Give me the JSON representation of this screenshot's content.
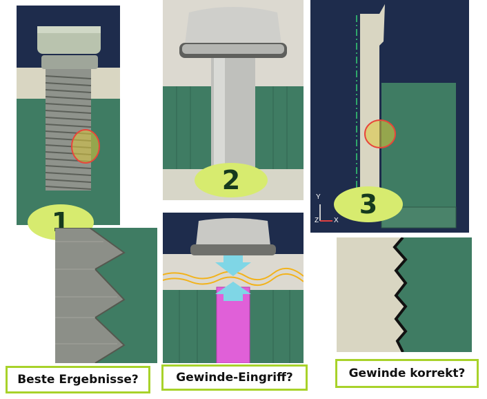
{
  "badges": {
    "one": "1",
    "two": "2",
    "three": "3"
  },
  "captions": {
    "best_results": "Beste Ergebnisse?",
    "thread_engagement": "Gewinde-Eingriff?",
    "thread_correct": "Gewinde korrekt?"
  },
  "triad": {
    "y": "Y",
    "z": "Z",
    "x": "X"
  },
  "colors": {
    "green_material": "#3f7c63",
    "navy_background": "#1e2c4c",
    "beige_background": "#d9d6c2",
    "badge_fill": "#d7eb6f",
    "caption_border": "#a8d22a",
    "highlight_circle": "#e8453a",
    "arrow_cyan": "#7fd6e6",
    "magenta_shaft": "#e060d8",
    "yellow_wave": "#f2b21a"
  },
  "icons": [
    "highlight-circle",
    "axis-triad",
    "compression-arrows"
  ]
}
